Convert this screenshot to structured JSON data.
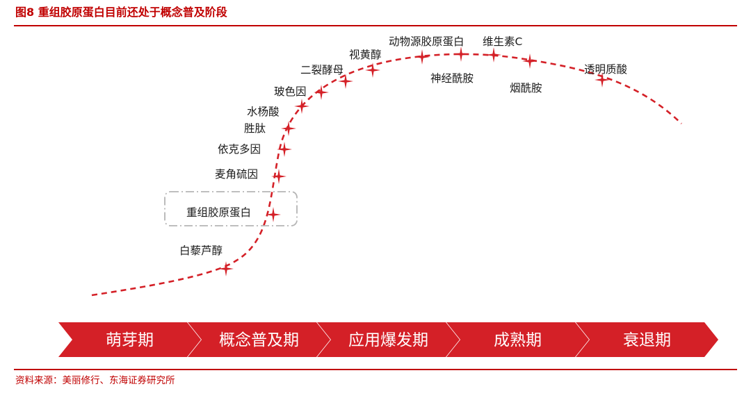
{
  "title": "图8  重组胶原蛋白目前还处于概念普及阶段",
  "source": "资料来源：美丽修行、东海证券研究所",
  "colors": {
    "accent": "#c00000",
    "curve": "#d42027",
    "stage_fill": "#d42027",
    "highlight_border": "#b5b5b5",
    "label": "#1a1a1a"
  },
  "highlight_label": "重组胶原蛋白",
  "ingredients": [
    {
      "label": "白藜芦醇"
    },
    {
      "label": "重组胶原蛋白"
    },
    {
      "label": "麦角硫因"
    },
    {
      "label": "依克多因"
    },
    {
      "label": "胜肽"
    },
    {
      "label": "水杨酸"
    },
    {
      "label": "玻色因"
    },
    {
      "label": "二裂酵母"
    },
    {
      "label": "视黄醇"
    },
    {
      "label": "动物源胶原蛋白"
    },
    {
      "label": "神经酰胺"
    },
    {
      "label": "维生素C"
    },
    {
      "label": "烟酰胺"
    },
    {
      "label": "透明质酸"
    }
  ],
  "stages": [
    {
      "label": "萌芽期"
    },
    {
      "label": "概念普及期"
    },
    {
      "label": "应用爆发期"
    },
    {
      "label": "成熟期"
    },
    {
      "label": "衰退期"
    }
  ]
}
